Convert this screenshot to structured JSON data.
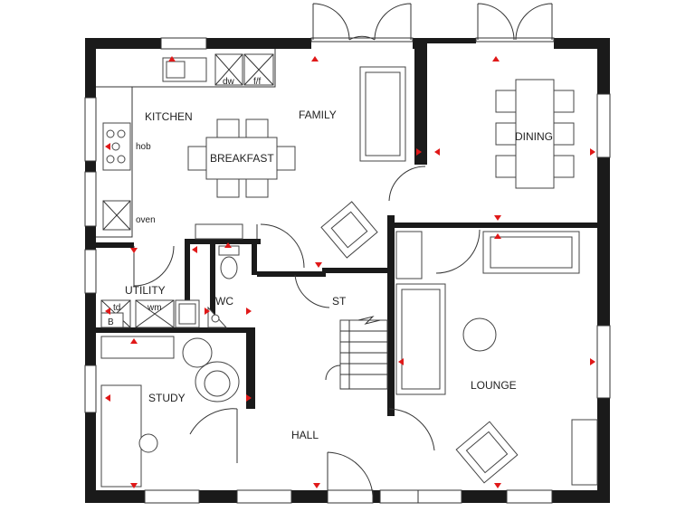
{
  "rooms": {
    "kitchen": "KITCHEN",
    "family": "FAMILY",
    "breakfast": "BREAKFAST",
    "dining": "DINING",
    "utility": "UTILITY",
    "wc": "WC",
    "st": "ST",
    "lounge": "LOUNGE",
    "study": "STUDY",
    "hall": "HALL"
  },
  "appliances": {
    "dw": "dw",
    "ff": "f/f",
    "hob": "hob",
    "oven": "oven",
    "td": "td",
    "wm": "wm",
    "b": "B"
  },
  "colors": {
    "wall": "#1a1a1a",
    "marker": "#e01818",
    "line": "#333333"
  }
}
